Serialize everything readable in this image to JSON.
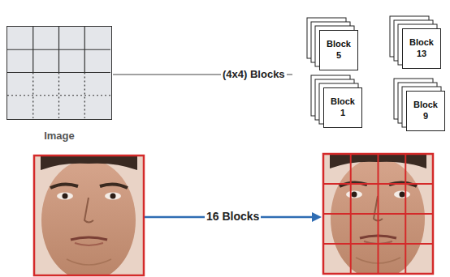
{
  "diagram": {
    "nodes": [
      {
        "text": [
          "Image"
        ]
      },
      {
        "text": [
          "Block 5"
        ]
      },
      {
        "text": [
          "Block 13"
        ]
      },
      {
        "text": [
          "Block 1"
        ]
      },
      {
        "text": [
          "Block 9"
        ]
      }
    ],
    "labels": [
      "(4x4) Blocks",
      "16 Blocks"
    ]
  }
}
